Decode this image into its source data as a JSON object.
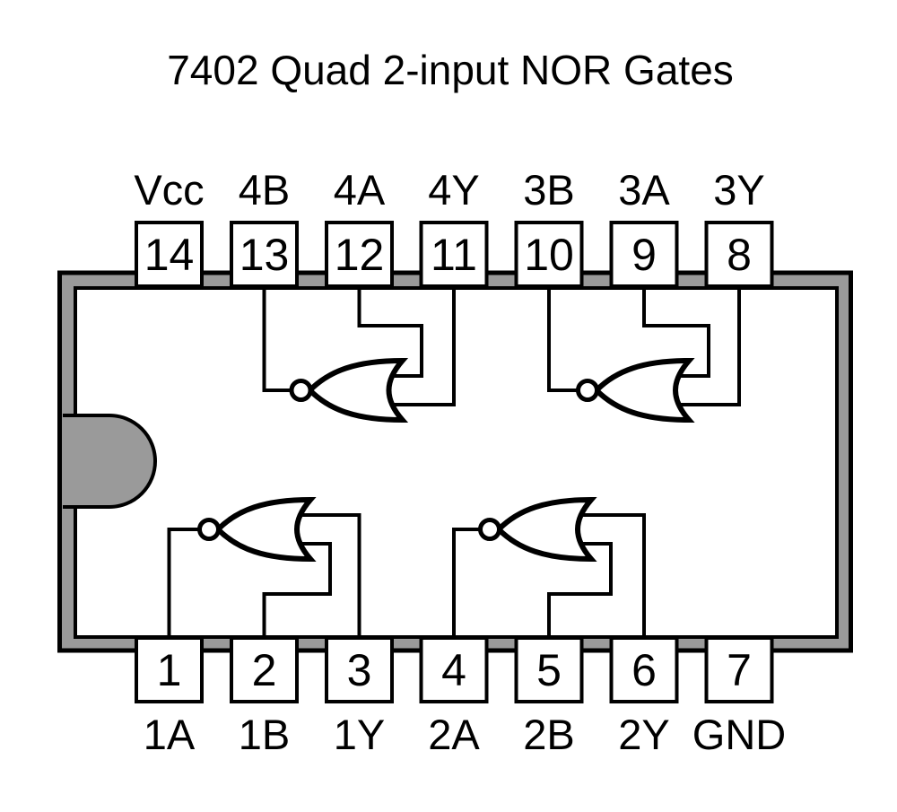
{
  "title": "7402 Quad 2-input NOR Gates",
  "colors": {
    "chip_body_gray": "#9a9a9a",
    "line_black": "#000000",
    "background": "#ffffff"
  },
  "chip": {
    "part": "7402",
    "description": "Quad 2-input NOR Gates",
    "top_pins": [
      {
        "number": "14",
        "label": "Vcc"
      },
      {
        "number": "13",
        "label": "4B"
      },
      {
        "number": "12",
        "label": "4A"
      },
      {
        "number": "11",
        "label": "4Y"
      },
      {
        "number": "10",
        "label": "3B"
      },
      {
        "number": "9",
        "label": "3A"
      },
      {
        "number": "8",
        "label": "3Y"
      }
    ],
    "bottom_pins": [
      {
        "number": "1",
        "label": "1A"
      },
      {
        "number": "2",
        "label": "1B"
      },
      {
        "number": "3",
        "label": "1Y"
      },
      {
        "number": "4",
        "label": "2A"
      },
      {
        "number": "5",
        "label": "2B"
      },
      {
        "number": "6",
        "label": "2Y"
      },
      {
        "number": "7",
        "label": "GND"
      }
    ],
    "gates": [
      {
        "id": "gate-4",
        "position": "top-left",
        "bubble_wire_pin": "13",
        "input_wire_pins": [
          "12",
          "11"
        ]
      },
      {
        "id": "gate-3",
        "position": "top-right",
        "bubble_wire_pin": "10",
        "input_wire_pins": [
          "9",
          "8"
        ]
      },
      {
        "id": "gate-1",
        "position": "bottom-left",
        "bubble_wire_pin": "1",
        "input_wire_pins": [
          "2",
          "3"
        ]
      },
      {
        "id": "gate-2",
        "position": "bottom-right",
        "bubble_wire_pin": "4",
        "input_wire_pins": [
          "5",
          "6"
        ]
      }
    ]
  }
}
